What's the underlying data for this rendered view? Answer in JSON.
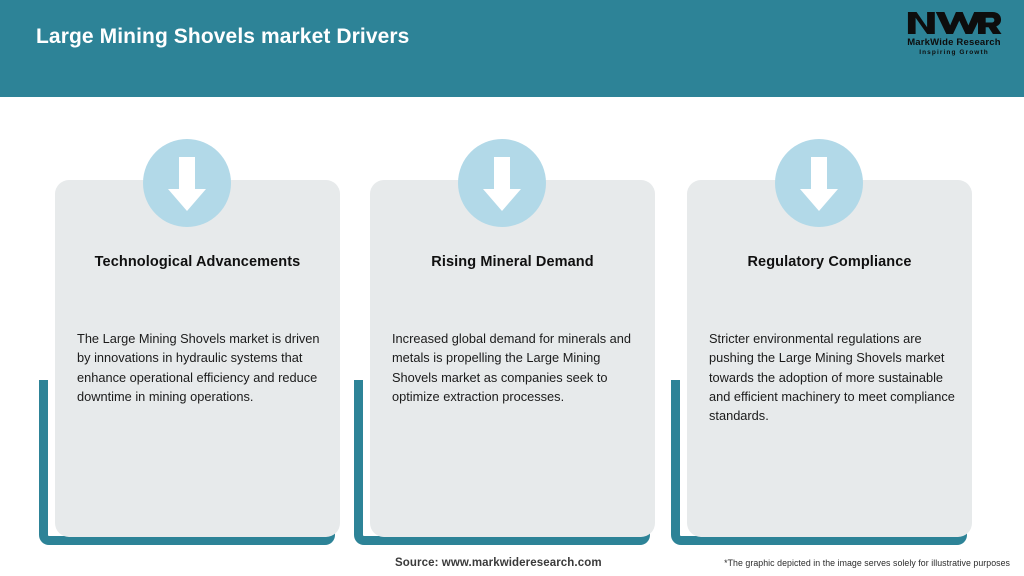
{
  "header": {
    "title": "Large Mining Shovels market Drivers",
    "background_color": "#2d8397",
    "title_color": "#ffffff"
  },
  "logo": {
    "mark": "MWR",
    "name": "MarkWide Research",
    "tagline": "Inspiring Growth"
  },
  "theme": {
    "teal": "#2d8397",
    "card_grey": "#e7eaeb",
    "badge_blue": "#b2d9e8",
    "arrow_white": "#ffffff"
  },
  "cards": [
    {
      "icon": "down-arrow-icon",
      "title": "Technological Advancements",
      "body": "The Large Mining Shovels market is driven by innovations in hydraulic systems that enhance operational efficiency and reduce downtime in mining operations."
    },
    {
      "icon": "down-arrow-icon",
      "title": "Rising Mineral Demand",
      "body": "Increased global demand for minerals and metals is propelling the Large Mining Shovels market as companies seek to optimize extraction processes."
    },
    {
      "icon": "down-arrow-icon",
      "title": "Regulatory Compliance",
      "body": "Stricter environmental regulations are pushing the Large Mining Shovels market towards the adoption of more sustainable and efficient machinery to meet compliance standards."
    }
  ],
  "footer": {
    "source": "Source: www.markwideresearch.com",
    "disclaimer": "*The graphic depicted in the image serves solely for illustrative purposes"
  }
}
